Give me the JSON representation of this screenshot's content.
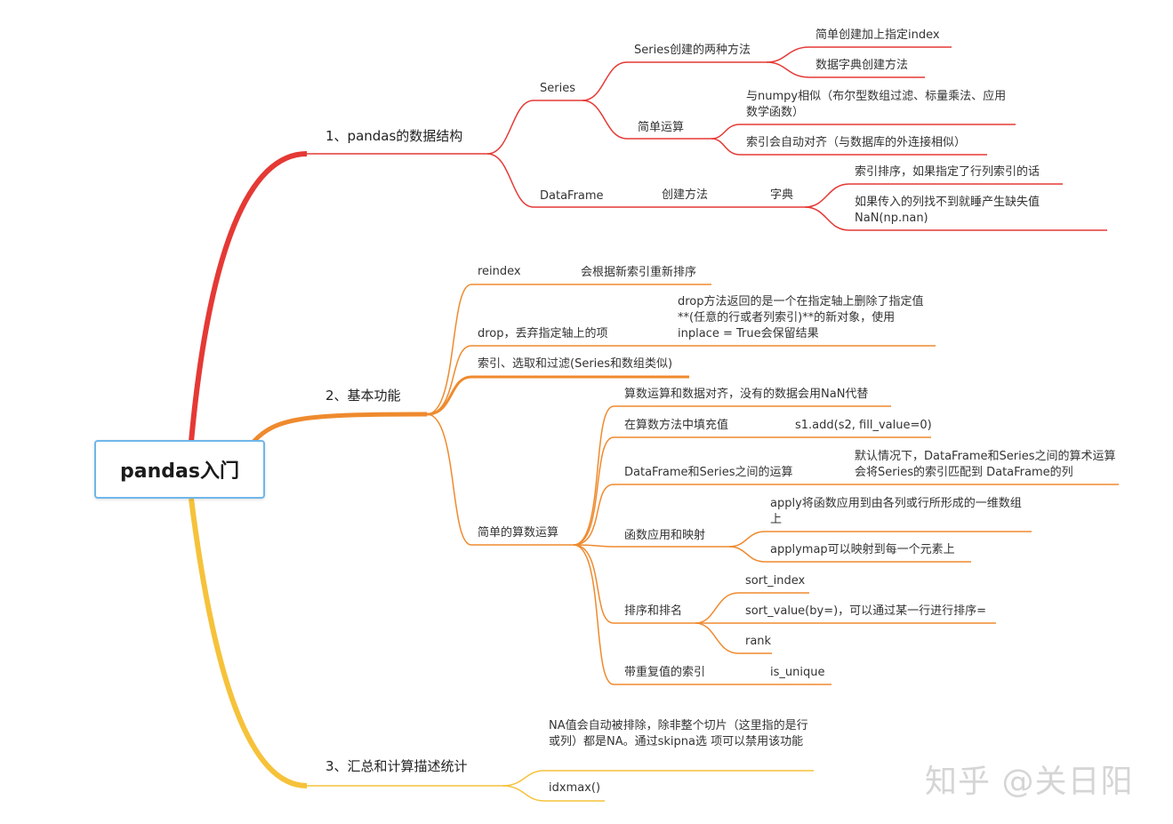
{
  "root": "pandas入门",
  "watermark": "知乎 @关日阳",
  "colors": {
    "red": "#e53935",
    "orange": "#ef8a2e",
    "yellow": "#f6c23a",
    "root_border": "#6fb7ea"
  },
  "branch1": {
    "title": "1、pandas的数据结构",
    "series": {
      "label": "Series",
      "two_ways": {
        "label": "Series创建的两种方法",
        "a": "简单创建加上指定index",
        "b": "数据字典创建方法"
      },
      "ops": {
        "label": "简单运算",
        "a": "与numpy相似（布尔型数组过滤、标量乘法、应用数学函数）",
        "b": "索引会自动对齐（与数据库的外连接相似）"
      }
    },
    "dataframe": {
      "label": "DataFrame",
      "create": "创建方法",
      "dict": "字典",
      "a": "索引排序，如果指定了行列索引的话",
      "b": "如果传入的列找不到就睡产生缺失值NaN(np.nan)"
    }
  },
  "branch2": {
    "title": "2、基本功能",
    "reindex": {
      "label": "reindex",
      "desc": "会根据新索引重新排序"
    },
    "drop": {
      "label": "drop，丢弃指定轴上的项",
      "desc": "drop方法返回的是一个在指定轴上删除了指定值**(任意的行或者列索引)**的新对象，使用inplace = True会保留结果"
    },
    "index_select": "索引、选取和过滤(Series和数组类似)",
    "arith": {
      "label": "简单的算数运算",
      "align": "算数运算和数据对齐，没有的数据会用NaN代替",
      "fill": {
        "label": "在算数方法中填充值",
        "desc": "s1.add(s2, fill_value=0)"
      },
      "dfseries": {
        "label": "DataFrame和Series之间的运算",
        "desc": "默认情况下，DataFrame和Series之间的算术运算会将Series的索引匹配到 DataFrame的列"
      },
      "func": {
        "label": "函数应用和映射",
        "a": "apply将函数应用到由各列或行所形成的一维数组上",
        "b": "applymap可以映射到每一个元素上"
      },
      "sort": {
        "label": "排序和排名",
        "a": "sort_index",
        "b": "sort_value(by=)，可以通过某一行进行排序=",
        "c": "rank"
      },
      "dup": {
        "label": "带重复值的索引",
        "desc": "is_unique"
      }
    }
  },
  "branch3": {
    "title": "3、汇总和计算描述统计",
    "na": "NA值会自动被排除，除非整个切片（这里指的是行或列）都是NA。通过skipna选 项可以禁用该功能",
    "idxmax": "idxmax()"
  }
}
